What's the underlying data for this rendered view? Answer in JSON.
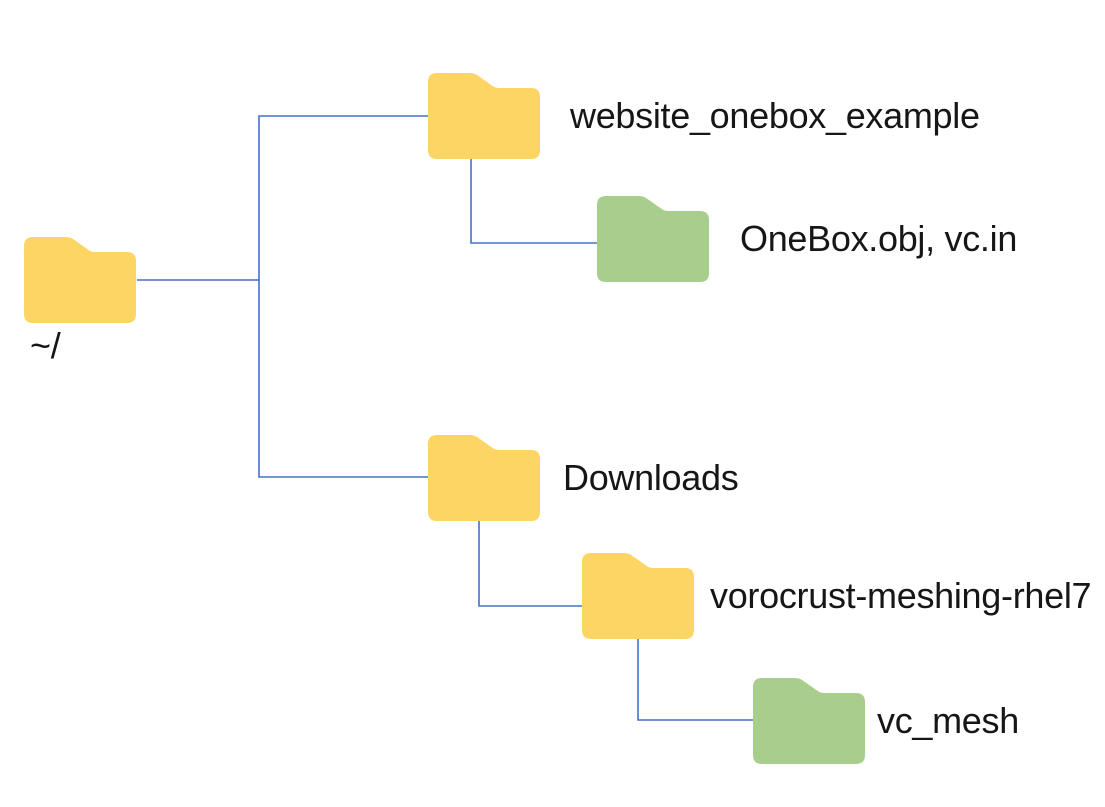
{
  "diagram": {
    "type": "folder-tree",
    "background": "#ffffff",
    "colors": {
      "folder_yellow": "#FCD564",
      "folder_green": "#A8CE8E",
      "connector_blue": "#4472C4",
      "label_text": "#161616"
    },
    "nodes": [
      {
        "id": "root",
        "label": "~/",
        "icon": "folder-icon",
        "color": "#FCD564"
      },
      {
        "id": "website_onebox_example",
        "label": "website_onebox_example",
        "icon": "folder-icon",
        "color": "#FCD564"
      },
      {
        "id": "onebox_files",
        "label": "OneBox.obj, vc.in",
        "icon": "folder-icon",
        "color": "#A8CE8E"
      },
      {
        "id": "downloads",
        "label": "Downloads",
        "icon": "folder-icon",
        "color": "#FCD564"
      },
      {
        "id": "vorocrust_meshing_rhel7",
        "label": "vorocrust-meshing-rhel7",
        "icon": "folder-icon",
        "color": "#FCD564"
      },
      {
        "id": "vc_mesh",
        "label": "vc_mesh",
        "icon": "folder-icon",
        "color": "#A8CE8E"
      }
    ],
    "edges": [
      {
        "from": "root",
        "to": "website_onebox_example"
      },
      {
        "from": "root",
        "to": "downloads"
      },
      {
        "from": "website_onebox_example",
        "to": "onebox_files"
      },
      {
        "from": "downloads",
        "to": "vorocrust_meshing_rhel7"
      },
      {
        "from": "vorocrust_meshing_rhel7",
        "to": "vc_mesh"
      }
    ]
  }
}
